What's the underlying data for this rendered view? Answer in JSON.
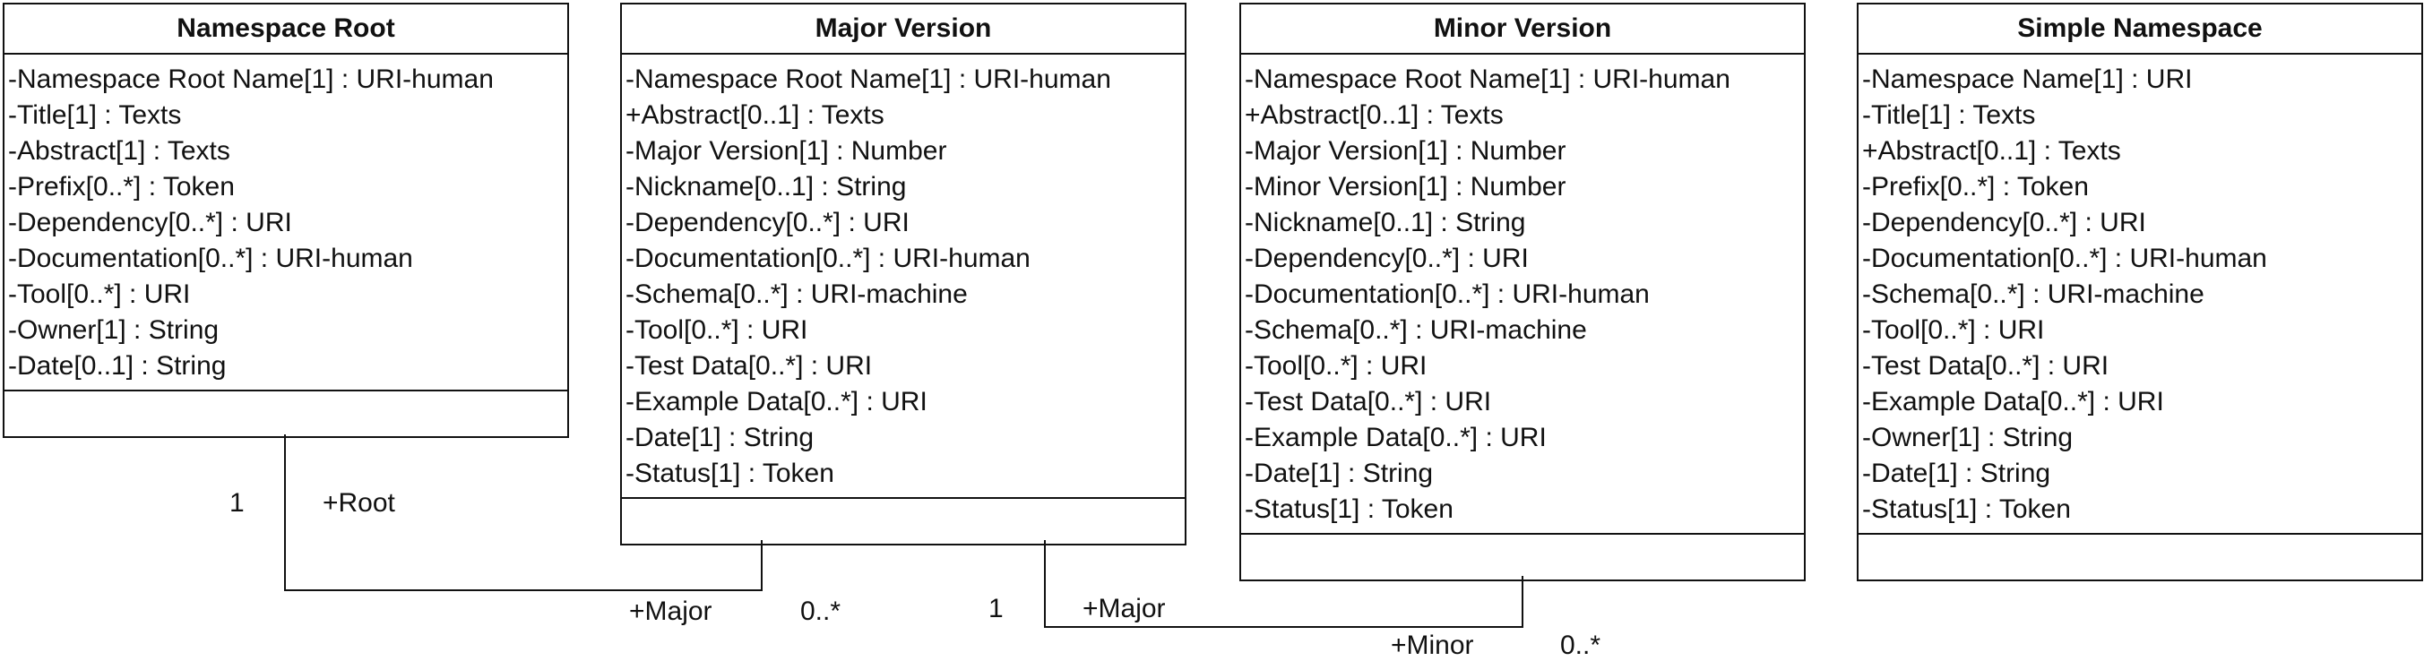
{
  "classes": [
    {
      "name": "Namespace Root",
      "attributes": [
        "-Namespace Root Name[1] : URI-human",
        "-Title[1] : Texts",
        "-Abstract[1] : Texts",
        "-Prefix[0..*] : Token",
        "-Dependency[0..*] : URI",
        "-Documentation[0..*] : URI-human",
        "-Tool[0..*] : URI",
        "-Owner[1] : String",
        "-Date[0..1] : String"
      ]
    },
    {
      "name": "Major Version",
      "attributes": [
        "-Namespace Root Name[1] : URI-human",
        "+Abstract[0..1] : Texts",
        "-Major Version[1] : Number",
        "-Nickname[0..1] : String",
        "-Dependency[0..*] : URI",
        "-Documentation[0..*] : URI-human",
        "-Schema[0..*] : URI-machine",
        "-Tool[0..*] : URI",
        "-Test Data[0..*] : URI",
        "-Example Data[0..*] : URI",
        "-Date[1] : String",
        "-Status[1] : Token"
      ]
    },
    {
      "name": "Minor Version",
      "attributes": [
        "-Namespace Root Name[1] : URI-human",
        "+Abstract[0..1] : Texts",
        "-Major Version[1] : Number",
        "-Minor Version[1] : Number",
        "-Nickname[0..1] : String",
        "-Dependency[0..*] : URI",
        "-Documentation[0..*] : URI-human",
        "-Schema[0..*] : URI-machine",
        "-Tool[0..*] : URI",
        "-Test Data[0..*] : URI",
        "-Example Data[0..*] : URI",
        "-Date[1] : String",
        "-Status[1] : Token"
      ]
    },
    {
      "name": "Simple Namespace",
      "attributes": [
        "-Namespace Name[1] : URI",
        "-Title[1] : Texts",
        "+Abstract[0..1] : Texts",
        "-Prefix[0..*] : Token",
        "-Dependency[0..*] : URI",
        "-Documentation[0..*] : URI-human",
        "-Schema[0..*] : URI-machine",
        "-Tool[0..*] : URI",
        "-Test Data[0..*] : URI",
        "-Example Data[0..*] : URI",
        "-Owner[1] : String",
        "-Date[1] : String",
        "-Status[1] : Token"
      ]
    }
  ],
  "associations": [
    {
      "source_multiplicity": "1",
      "source_role": "+Root",
      "target_role": "+Major",
      "target_multiplicity": "0..*"
    },
    {
      "source_multiplicity": "1",
      "source_role": "+Major",
      "target_role": "+Minor",
      "target_multiplicity": "0..*"
    }
  ]
}
